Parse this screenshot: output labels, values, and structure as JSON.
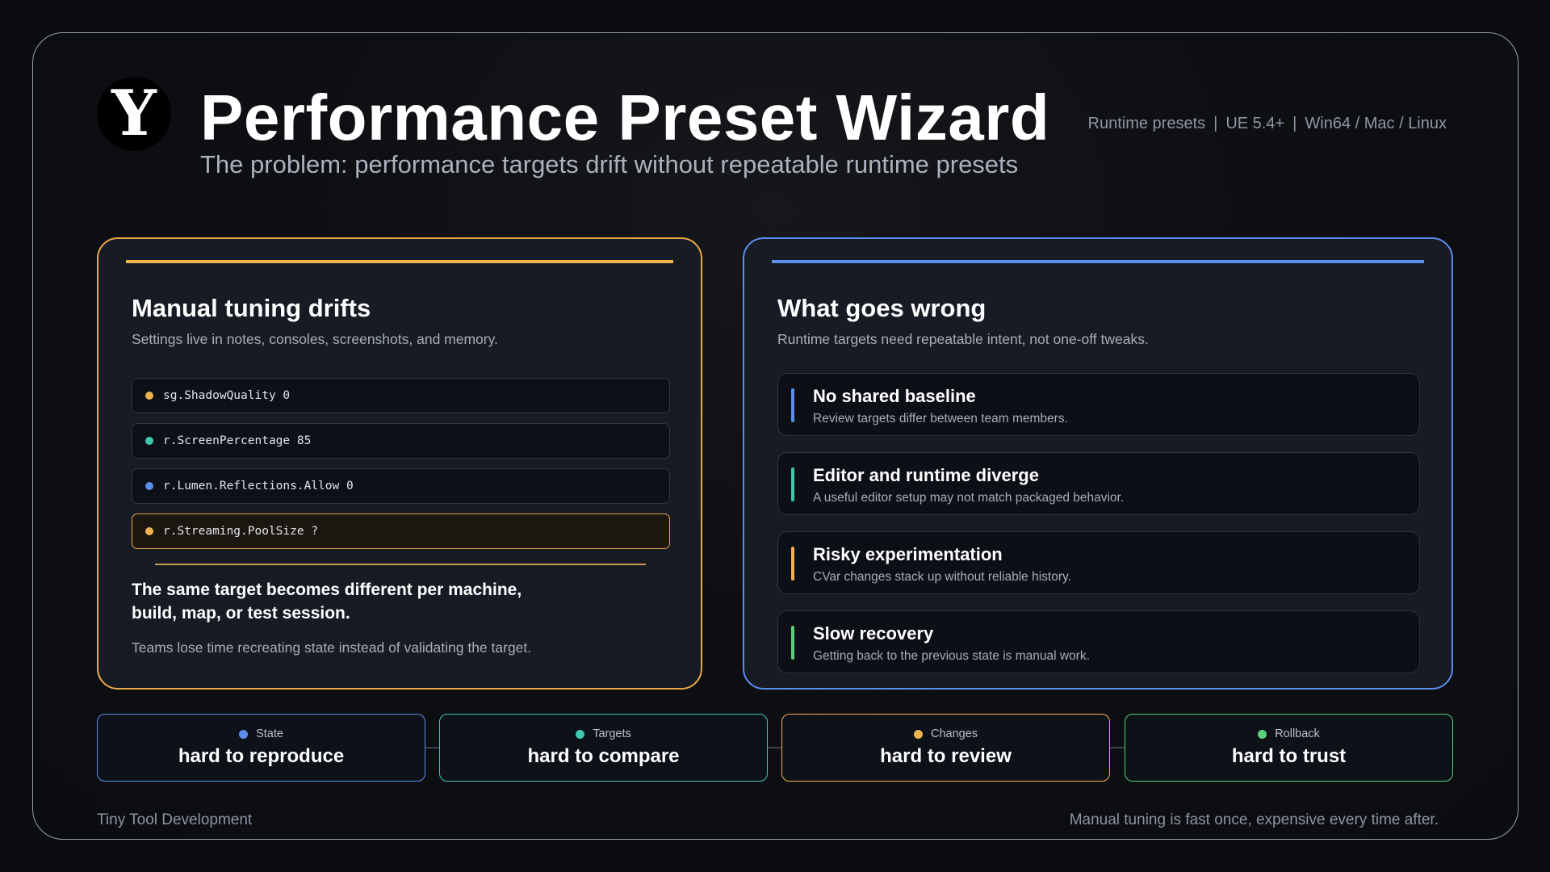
{
  "header": {
    "logo_letter": "Y",
    "title": "Performance Preset Wizard",
    "subtitle": "The problem: performance targets drift without repeatable runtime presets",
    "meta": [
      "Runtime presets",
      "UE 5.4+",
      "Win64 / Mac / Linux"
    ],
    "meta_separator": "|"
  },
  "left_panel": {
    "title": "Manual tuning drifts",
    "description": "Settings live in notes, consoles, screenshots, and memory.",
    "cvars": [
      {
        "text": "sg.ShadowQuality 0",
        "dot_color": "#f0b34f"
      },
      {
        "text": "r.ScreenPercentage 85",
        "dot_color": "#3cc9b0"
      },
      {
        "text": "r.Lumen.Reflections.Allow 0",
        "dot_color": "#5b8def"
      },
      {
        "text": "r.Streaming.PoolSize ?",
        "dot_color": "#f0b34f"
      }
    ],
    "statement": "The same target becomes different per machine, build, map, or test session.",
    "note": "Teams lose time recreating state instead of validating the target."
  },
  "right_panel": {
    "title": "What goes wrong",
    "description": "Runtime targets need repeatable intent, not one-off tweaks.",
    "issues": [
      {
        "title": "No shared baseline",
        "desc": "Review targets differ between team members.",
        "accent": "#5b8def"
      },
      {
        "title": "Editor and runtime diverge",
        "desc": "A useful editor setup may not match packaged behavior.",
        "accent": "#3cc9b0"
      },
      {
        "title": "Risky experimentation",
        "desc": "CVar changes stack up without reliable history.",
        "accent": "#f0b34f"
      },
      {
        "title": "Slow recovery",
        "desc": "Getting back to the previous state is manual work.",
        "accent": "#5ccf7d"
      }
    ]
  },
  "cards": [
    {
      "label": "State",
      "value": "hard to reproduce",
      "color": "#5b8def"
    },
    {
      "label": "Targets",
      "value": "hard to compare",
      "color": "#3cc9b0"
    },
    {
      "label": "Changes",
      "value": "hard to review",
      "color": "#f0b34f"
    },
    {
      "label": "Rollback",
      "value": "hard to trust",
      "color": "#5ccf7d"
    }
  ],
  "footer": {
    "left": "Tiny Tool Development",
    "right": "Manual tuning is fast once, expensive every time after."
  }
}
